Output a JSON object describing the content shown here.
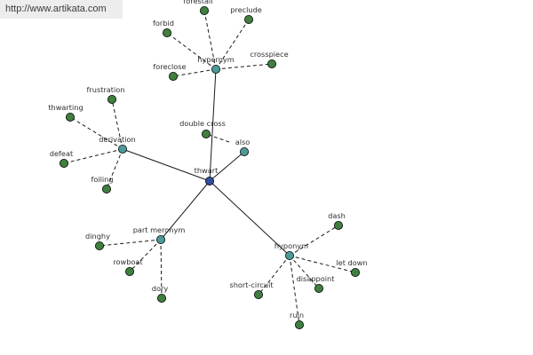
{
  "banner": {
    "url": "http://www.artikata.com"
  },
  "colors": {
    "root": "#2f4f9a",
    "relation": "#4a9a9a",
    "leaf": "#3f7f3f",
    "edge": "#1a1a1a"
  },
  "graph": {
    "root": "thwart",
    "relations": [
      {
        "name": "hypernym",
        "words": [
          "forestall",
          "preclude",
          "forbid",
          "foreclose",
          "crosspiece"
        ]
      },
      {
        "name": "derivation",
        "words": [
          "frustration",
          "thwarting",
          "defeat",
          "foiling"
        ]
      },
      {
        "name": "also",
        "words": [
          "double cross"
        ]
      },
      {
        "name": "part meronym",
        "words": [
          "dinghy",
          "rowboat",
          "dory"
        ]
      },
      {
        "name": "hyponym",
        "words": [
          "dash",
          "let down",
          "disappoint",
          "short-circuit",
          "ruin"
        ]
      }
    ]
  }
}
